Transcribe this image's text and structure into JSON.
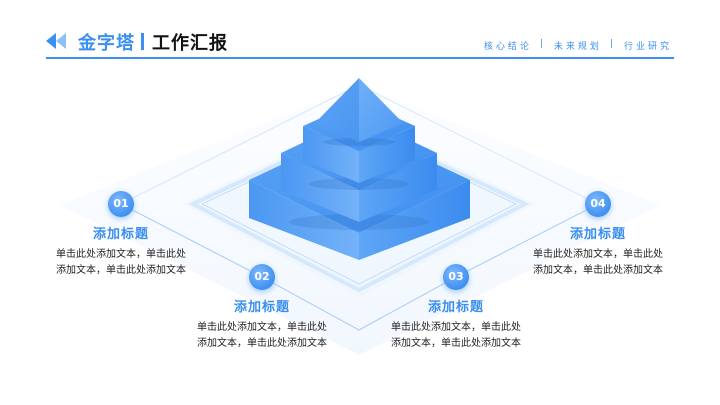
{
  "header": {
    "brand": "金字塔",
    "title": "工作汇报",
    "nav": [
      "核心结论",
      "未来规划",
      "行业研究"
    ],
    "nav_divider": "|",
    "accent_color": "#3b8ff0"
  },
  "diagram": {
    "type": "pyramid",
    "tiers": 4,
    "pyramid_color": "#4a97f0",
    "items": [
      {
        "number": "01",
        "title": "添加标题",
        "text": "单击此处添加文本，单击此处添加文本，单击此处添加文本"
      },
      {
        "number": "02",
        "title": "添加标题",
        "text": "单击此处添加文本，单击此处添加文本，单击此处添加文本"
      },
      {
        "number": "03",
        "title": "添加标题",
        "text": "单击此处添加文本，单击此处添加文本，单击此处添加文本"
      },
      {
        "number": "04",
        "title": "添加标题",
        "text": "单击此处添加文本，单击此处添加文本，单击此处添加文本"
      }
    ]
  }
}
